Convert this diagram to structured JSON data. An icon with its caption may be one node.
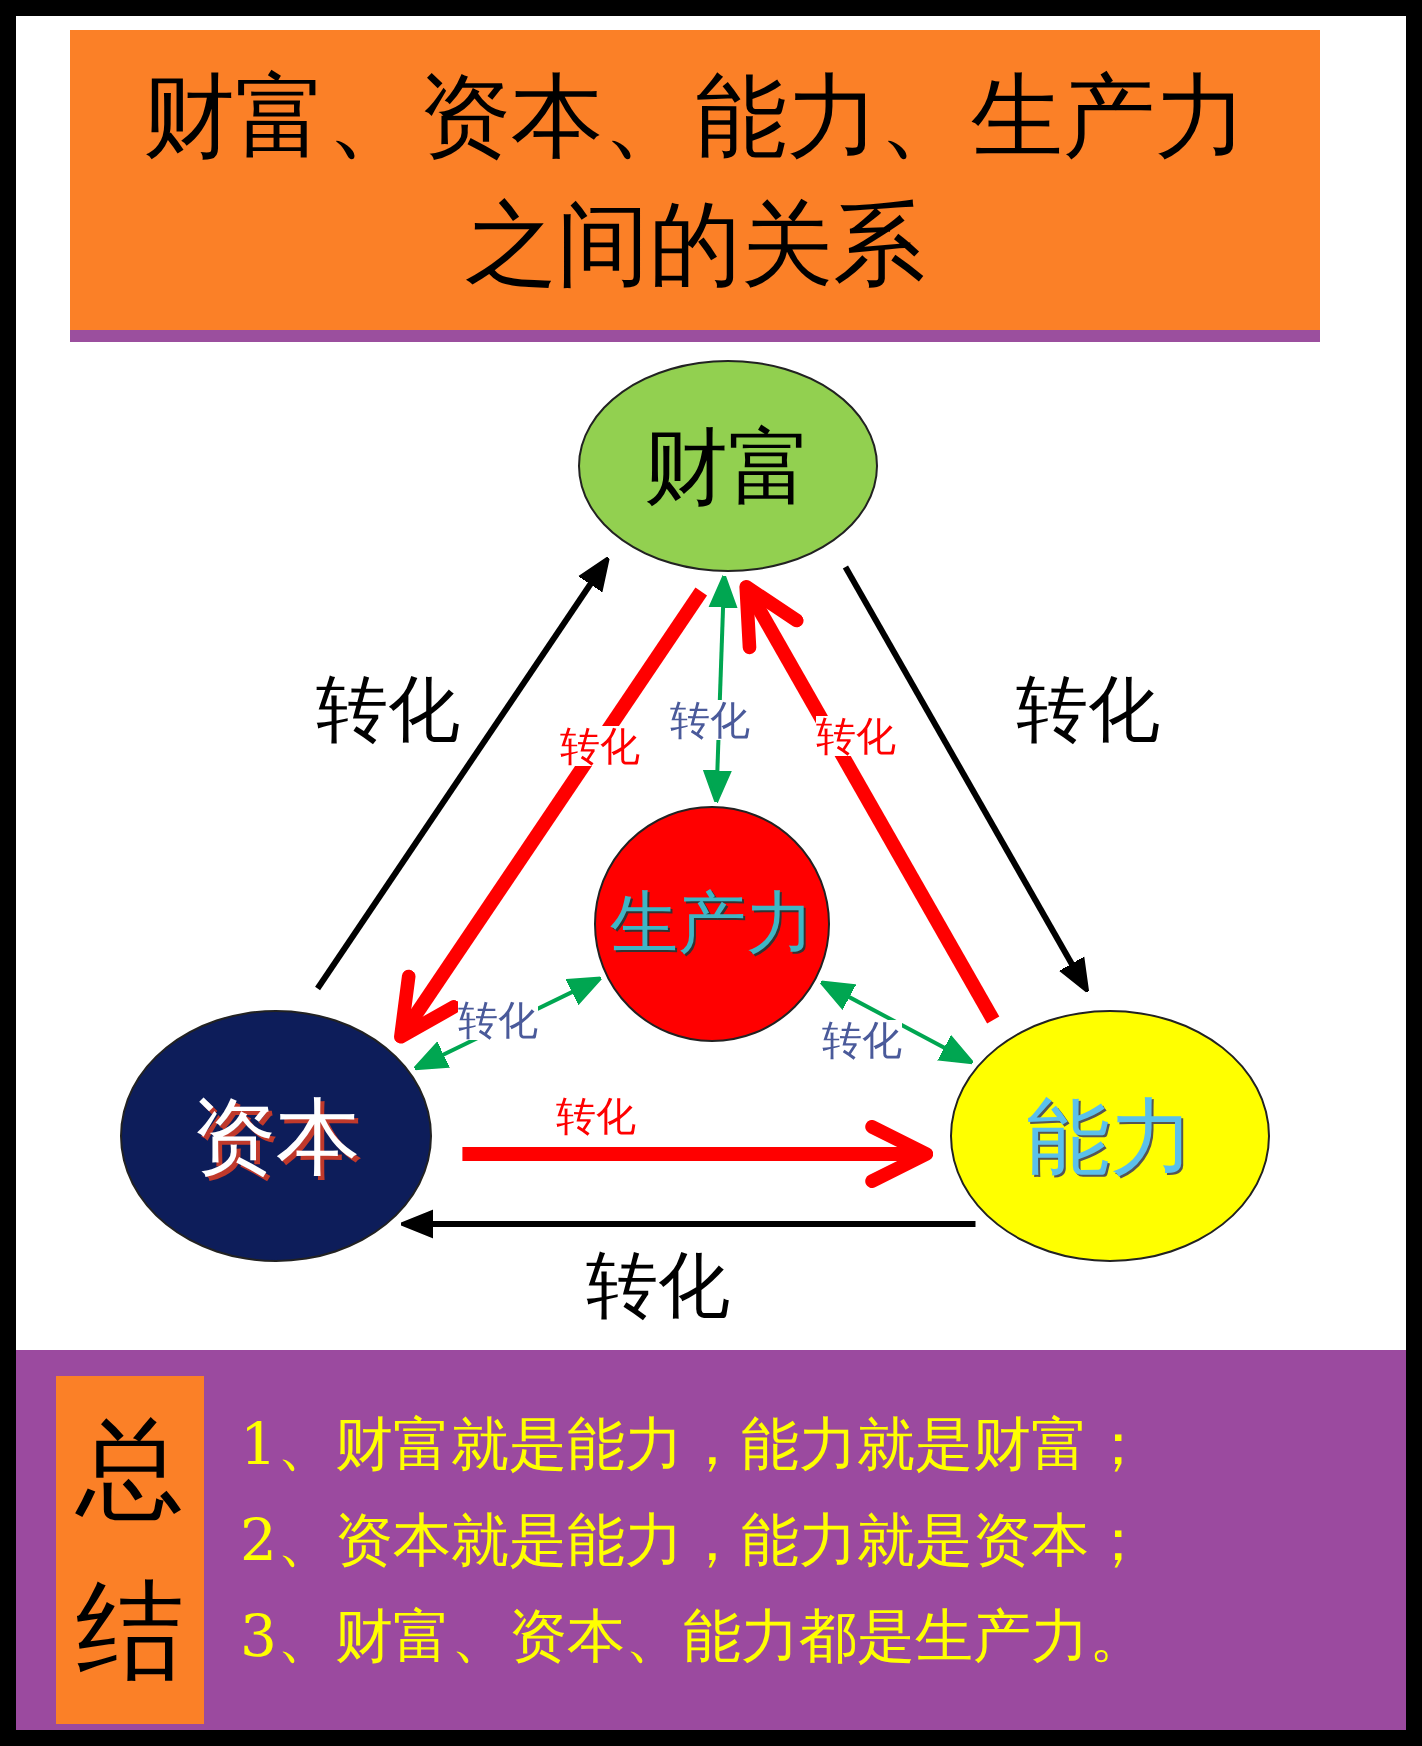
{
  "diagram": {
    "title": "财富、资本、能力、生产力之间的关系",
    "nodes": [
      {
        "text": [
          "财富"
        ]
      },
      {
        "text": [
          "资本"
        ]
      },
      {
        "text": [
          "生产力"
        ]
      },
      {
        "text": [
          "能力"
        ]
      },
      {
        "text": [
          "总结"
        ]
      }
    ],
    "edges": [
      {
        "from": 1,
        "to": 0,
        "arrow": "to",
        "label": "转化",
        "color": "#000000"
      },
      {
        "from": 0,
        "to": 1,
        "arrow": "to",
        "label": "转化",
        "color": "#ff0000",
        "style": "thick"
      },
      {
        "from": 0,
        "to": 3,
        "arrow": "to",
        "label": "转化",
        "color": "#000000"
      },
      {
        "from": 3,
        "to": 0,
        "arrow": "to",
        "label": "转化",
        "color": "#ff0000",
        "style": "thick"
      },
      {
        "from": 1,
        "to": 3,
        "arrow": "to",
        "label": "转化",
        "color": "#ff0000",
        "style": "thick"
      },
      {
        "from": 3,
        "to": 1,
        "arrow": "to",
        "label": "转化",
        "color": "#000000"
      },
      {
        "from": 0,
        "to": 2,
        "arrow": "both",
        "label": "转化",
        "color": "#00a651"
      },
      {
        "from": 1,
        "to": 2,
        "arrow": "both",
        "label": "转化",
        "color": "#00a651"
      },
      {
        "from": 3,
        "to": 2,
        "arrow": "both",
        "label": "转化",
        "color": "#00a651"
      }
    ],
    "labels": [
      "1、财富就是能力，能力就是财富；",
      "2、资本就是能力，能力就是资本；",
      "3、财富、资本、能力都是生产力。"
    ]
  }
}
